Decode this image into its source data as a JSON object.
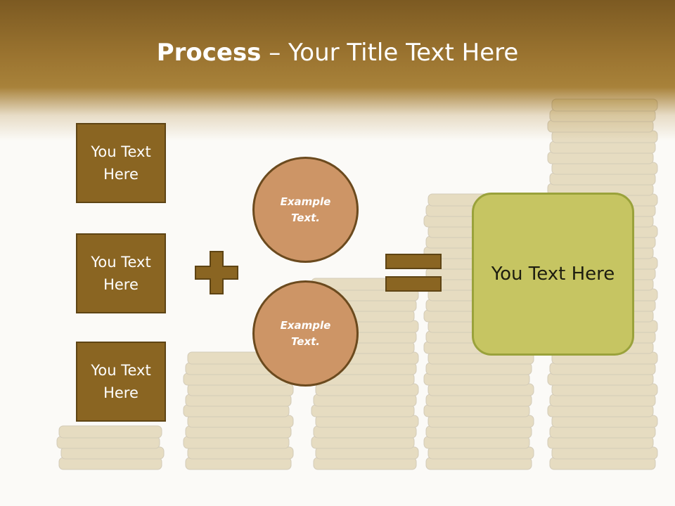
{
  "slide": {
    "title_bold": "Process",
    "title_rest": " – Your Title Text Here",
    "left_boxes": [
      "You Text Here",
      "You Text Here",
      "You Text Here"
    ],
    "circles": [
      "Example Text.",
      "Example Text."
    ],
    "result": "You Text Here"
  },
  "colors": {
    "title_band": "#9b7430",
    "left_box_fill": "#8a6522",
    "circle_fill": "#cd9566",
    "operator_fill": "#8a6522",
    "result_fill": "#c6c562",
    "result_border": "#9aa23b"
  }
}
